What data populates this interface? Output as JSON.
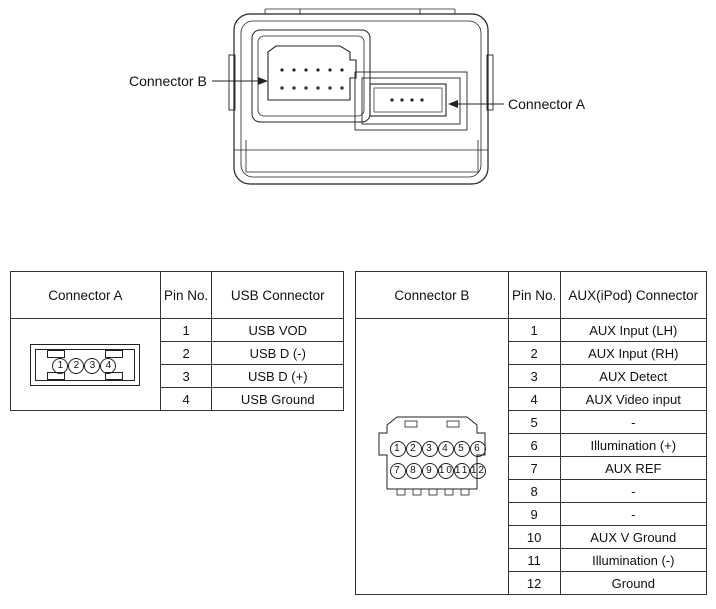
{
  "callouts": {
    "connector_b": "Connector B",
    "connector_a": "Connector A"
  },
  "table_a": {
    "headers": [
      "Connector A",
      "Pin No.",
      "USB Connector"
    ],
    "pins": [
      "1",
      "2",
      "3",
      "4"
    ],
    "rows": [
      {
        "pin": "1",
        "signal": "USB VOD"
      },
      {
        "pin": "2",
        "signal": "USB D (-)"
      },
      {
        "pin": "3",
        "signal": "USB D (+)"
      },
      {
        "pin": "4",
        "signal": "USB Ground"
      }
    ]
  },
  "table_b": {
    "headers": [
      "Connector B",
      "Pin No.",
      "AUX(iPod) Connector"
    ],
    "pins_top": [
      "1",
      "2",
      "3",
      "4",
      "5",
      "6"
    ],
    "pins_bottom": [
      "7",
      "8",
      "9",
      "10",
      "11",
      "12"
    ],
    "rows": [
      {
        "pin": "1",
        "signal": "AUX Input (LH)"
      },
      {
        "pin": "2",
        "signal": "AUX Input (RH)"
      },
      {
        "pin": "3",
        "signal": "AUX Detect"
      },
      {
        "pin": "4",
        "signal": "AUX Video input"
      },
      {
        "pin": "5",
        "signal": "-"
      },
      {
        "pin": "6",
        "signal": "Illumination (+)"
      },
      {
        "pin": "7",
        "signal": "AUX REF"
      },
      {
        "pin": "8",
        "signal": "-"
      },
      {
        "pin": "9",
        "signal": "-"
      },
      {
        "pin": "10",
        "signal": "AUX V Ground"
      },
      {
        "pin": "11",
        "signal": "Illumination (-)"
      },
      {
        "pin": "12",
        "signal": "Ground"
      }
    ]
  }
}
